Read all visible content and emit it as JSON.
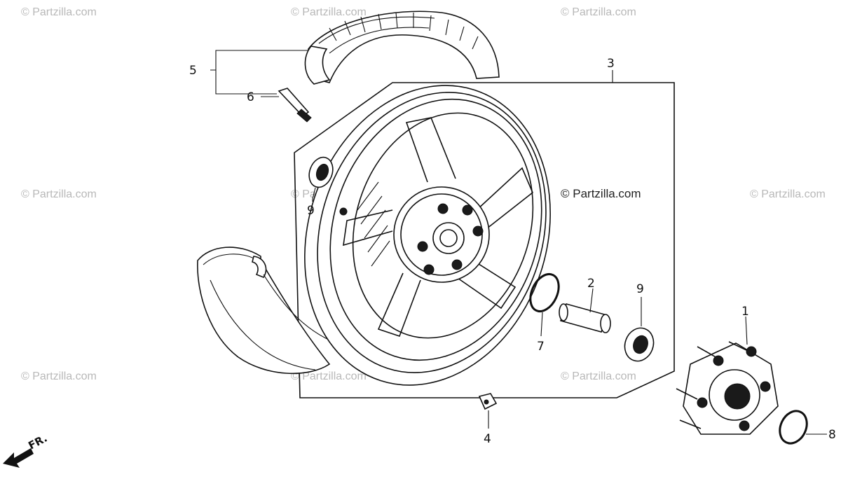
{
  "watermark": "© Partzilla.com",
  "watermark_main": "© Partzilla.com",
  "direction_label": "FR.",
  "callouts": {
    "c1": "1",
    "c2": "2",
    "c3": "3",
    "c4": "4",
    "c5": "5",
    "c6": "6",
    "c7": "7",
    "c8": "8",
    "c9a": "9",
    "c9b": "9"
  },
  "colors": {
    "line": "#111111",
    "watermark": "#b8b8b8",
    "background": "#ffffff"
  }
}
